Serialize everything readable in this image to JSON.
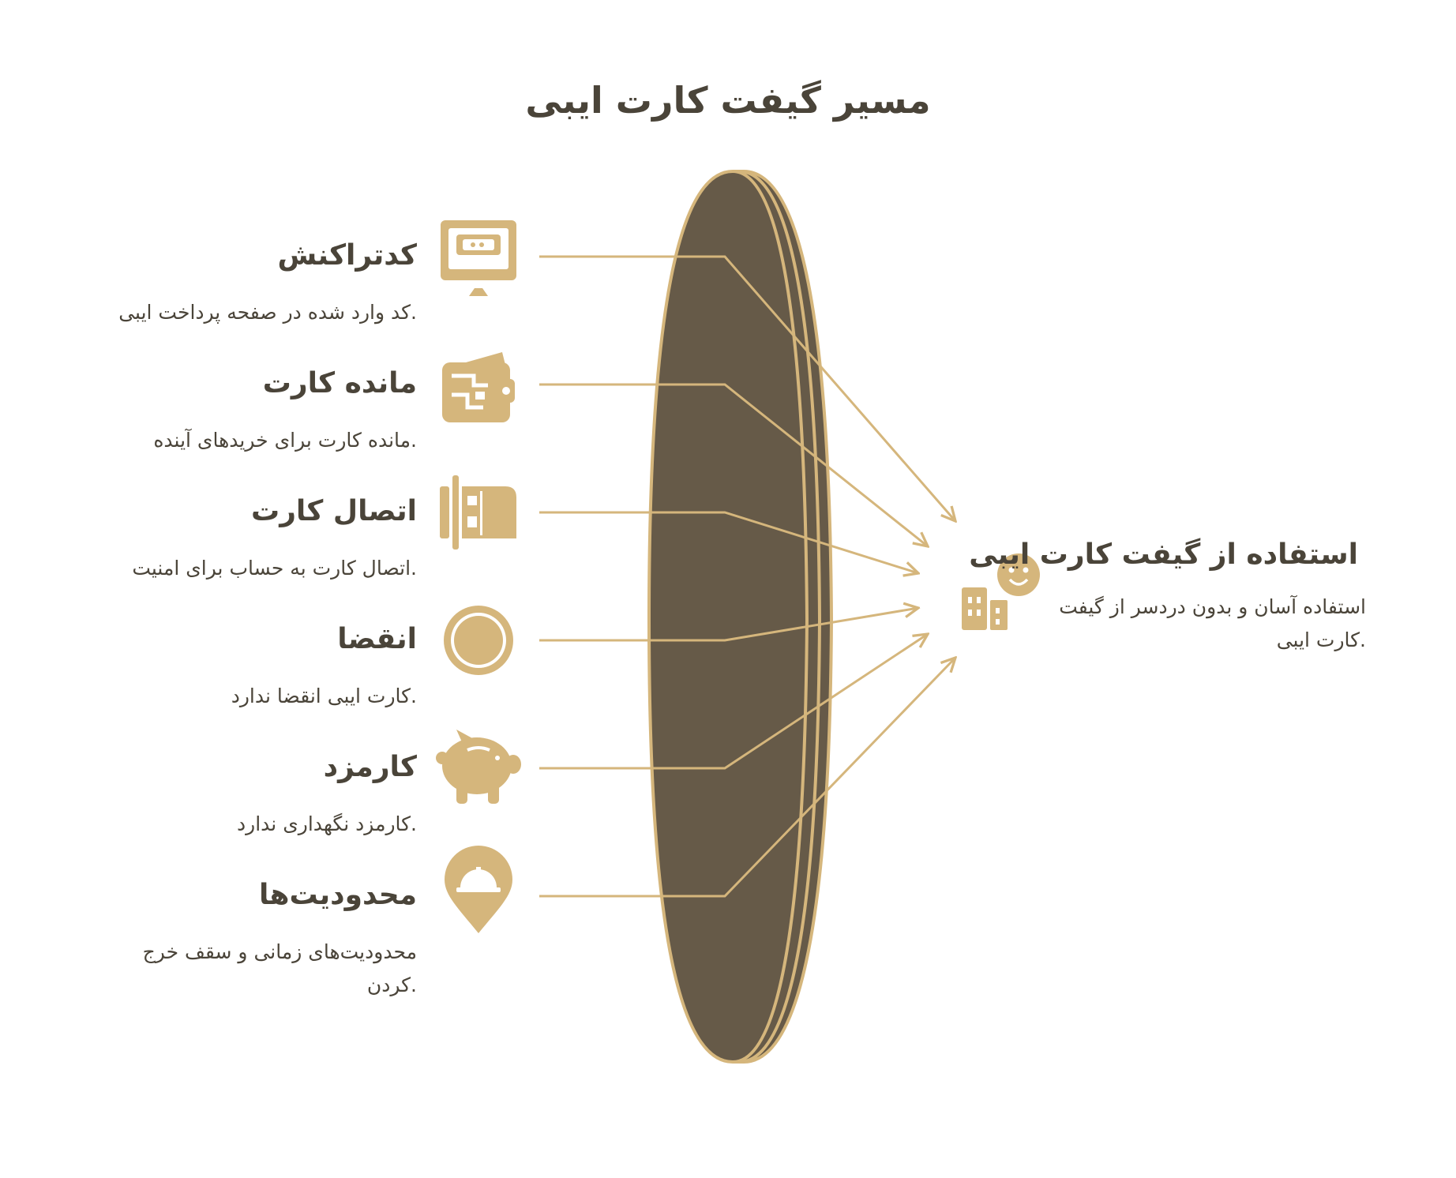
{
  "title": "مسیر گیفت کارت ایبی",
  "colors": {
    "accent": "#d5b67c",
    "lens": "#665a48",
    "text": "#4a4439",
    "background": "#ffffff"
  },
  "items": [
    {
      "title": "کدتراکنش",
      "desc": ".کد وارد شده در صفحه پرداخت ایبی",
      "icon": "monitor-icon"
    },
    {
      "title": "مانده کارت",
      "desc": ".مانده کارت برای خریدهای آینده",
      "icon": "wallet-icon"
    },
    {
      "title": "اتصال کارت",
      "desc": ".اتصال کارت به حساب برای امنیت",
      "icon": "card-slot-icon"
    },
    {
      "title": "انقضا",
      "desc": ".کارت ایبی انقضا ندارد",
      "icon": "circle-icon"
    },
    {
      "title": "کارمزد",
      "desc": ".کارمزد نگهداری ندارد",
      "icon": "piggy-bank-icon"
    },
    {
      "title": "محدودیت‌ها",
      "desc_line1": "محدودیت‌های زمانی و سقف خرج",
      "desc_line2": ".کردن",
      "icon": "hardhat-pin-icon"
    }
  ],
  "result": {
    "title": "استفاده از گیفت کارت ایبی",
    "desc_line1": "استفاده آسان و بدون دردسر از گیفت",
    "desc_line2": ".کارت ایبی",
    "icon": "happy-building-icon"
  }
}
